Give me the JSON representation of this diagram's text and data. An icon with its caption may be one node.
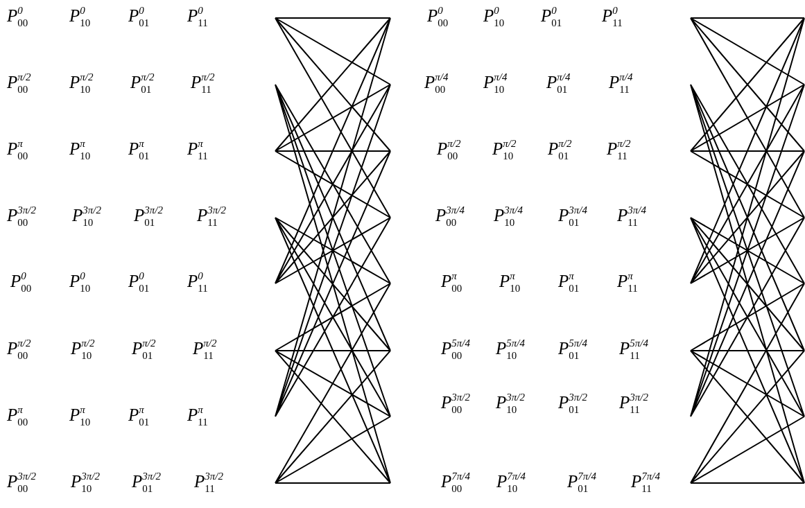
{
  "diagram": {
    "labels": [
      "*P*$^{0}$$_{00}$",
      "*P*$^{0}$$_{10}$",
      "*P*$^{0}$$_{01}$",
      "*P*$^{0}$$_{11}$",
      "*P*$^{π/2}$$_{00}$",
      "*P*$^{π/2}$$_{10}$",
      "*P*$^{π/2}$$_{01}$",
      "*P*$^{π/2}$$_{11}$",
      "*P*$^{π}$$_{00}$",
      "*P*$^{π}$$_{10}$",
      "*P*$^{π}$$_{01}$",
      "*P*$^{π}$$_{11}$",
      "*P*$^{3π/2}$$_{00}$",
      "*P*$^{3π/2}$$_{10}$",
      "*P*$^{3π/2}$$_{01}$",
      "*P*$^{3π/2}$$_{11}$",
      "*P*$^{0}$$_{00}$",
      "*P*$^{0}$$_{10}$",
      "*P*$^{0}$$_{01}$",
      "*P*$^{0}$$_{11}$",
      "*P*$^{π/2}$$_{00}$",
      "*P*$^{π/2}$$_{10}$",
      "*P*$^{π/2}$$_{01}$",
      "*P*$^{π/2}$$_{11}$",
      "*P*$^{π}$$_{00}$",
      "*P*$^{π}$$_{10}$",
      "*P*$^{π}$$_{01}$",
      "*P*$^{π}$$_{11}$",
      "*P*$^{3π/2}$$_{00}$",
      "*P*$^{3π/2}$$_{10}$",
      "*P*$^{3π/2}$$_{01}$",
      "*P*$^{3π/2}$$_{11}$",
      "*P*$^{0}$$_{00}$",
      "*P*$^{0}$$_{10}$",
      "*P*$^{0}$$_{01}$",
      "*P*$^{0}$$_{11}$",
      "*P*$^{π/4}$$_{00}$",
      "*P*$^{π/4}$$_{10}$",
      "*P*$^{π/4}$$_{01}$",
      "*P*$^{π/4}$$_{11}$",
      "*P*$^{π/2}$$_{00}$",
      "*P*$^{π/2}$$_{10}$",
      "*P*$^{π/2}$$_{01}$",
      "*P*$^{π/2}$$_{11}$",
      "*P*$^{3π/4}$$_{00}$",
      "*P*$^{3π/4}$$_{10}$",
      "*P*$^{3π/4}$$_{01}$",
      "*P*$^{3π/4}$$_{11}$",
      "*P*$^{π}$$_{00}$",
      "*P*$^{π}$$_{10}$",
      "*P*$^{π}$$_{01}$",
      "*P*$^{π}$$_{11}$",
      "*P*$^{5π/4}$$_{00}$",
      "*P*$^{5π/4}$$_{10}$",
      "*P*$^{5π/4}$$_{01}$",
      "*P*$^{5π/4}$$_{11}$",
      "*P*$^{3π/2}$$_{00}$",
      "*P*$^{3π/2}$$_{10}$",
      "*P*$^{3π/2}$$_{01}$",
      "*P*$^{3π/2}$$_{11}$",
      "*P*$^{7π/4}$$_{00}$",
      "*P*$^{7π/4}$$_{10}$",
      "*P*$^{7π/4}$$_{01}$",
      "*P*$^{7π/4}$$_{11}$"
    ]
  }
}
